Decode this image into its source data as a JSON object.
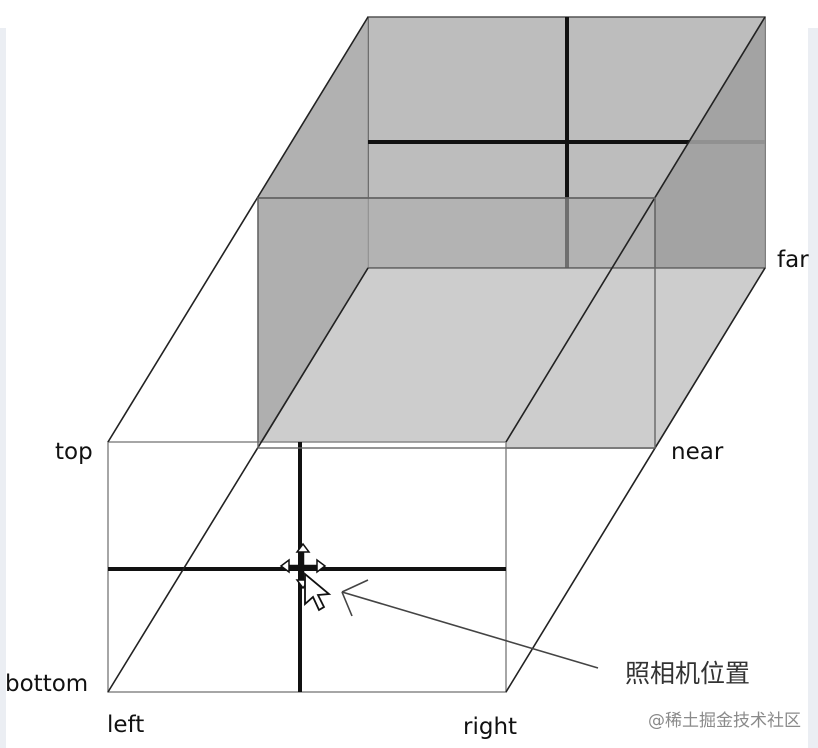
{
  "diagram": {
    "labels": {
      "top": "top",
      "bottom": "bottom",
      "left": "left",
      "right": "right",
      "near": "near",
      "far": "far"
    },
    "camera_caption": "照相机位置",
    "watermark": "@稀土掘金技术社区",
    "colors": {
      "background": "#ffffff",
      "side_strip": "#ebeef3",
      "gray_fill": "#a9a9a9",
      "light_fill": "#cfcfcf",
      "dark_fill": "#9f9f9f",
      "line": "#1e1e1e",
      "text": "#111111"
    },
    "icons": {
      "cursor": "move-cursor-icon"
    }
  }
}
